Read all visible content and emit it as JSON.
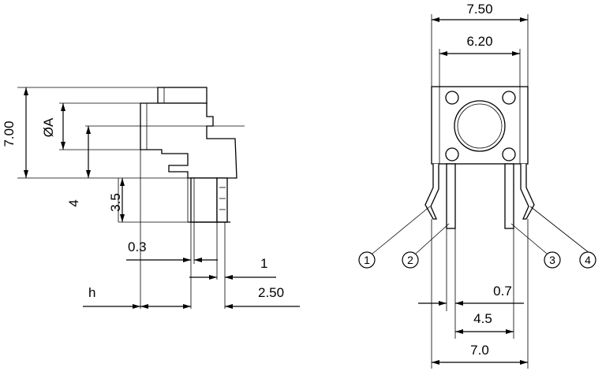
{
  "side_view": {
    "dim_height": "7.00",
    "dim_diameter": "ØA",
    "dim_4": "4",
    "dim_3_5": "3.5",
    "dim_0_3": "0.3",
    "dim_1": "1",
    "dim_h": "h",
    "dim_2_50": "2.50"
  },
  "front_view": {
    "dim_7_50": "7.50",
    "dim_6_20": "6.20",
    "dim_0_7": "0.7",
    "dim_4_5": "4.5",
    "dim_7_0": "7.0",
    "pins": [
      "1",
      "2",
      "3",
      "4"
    ]
  }
}
